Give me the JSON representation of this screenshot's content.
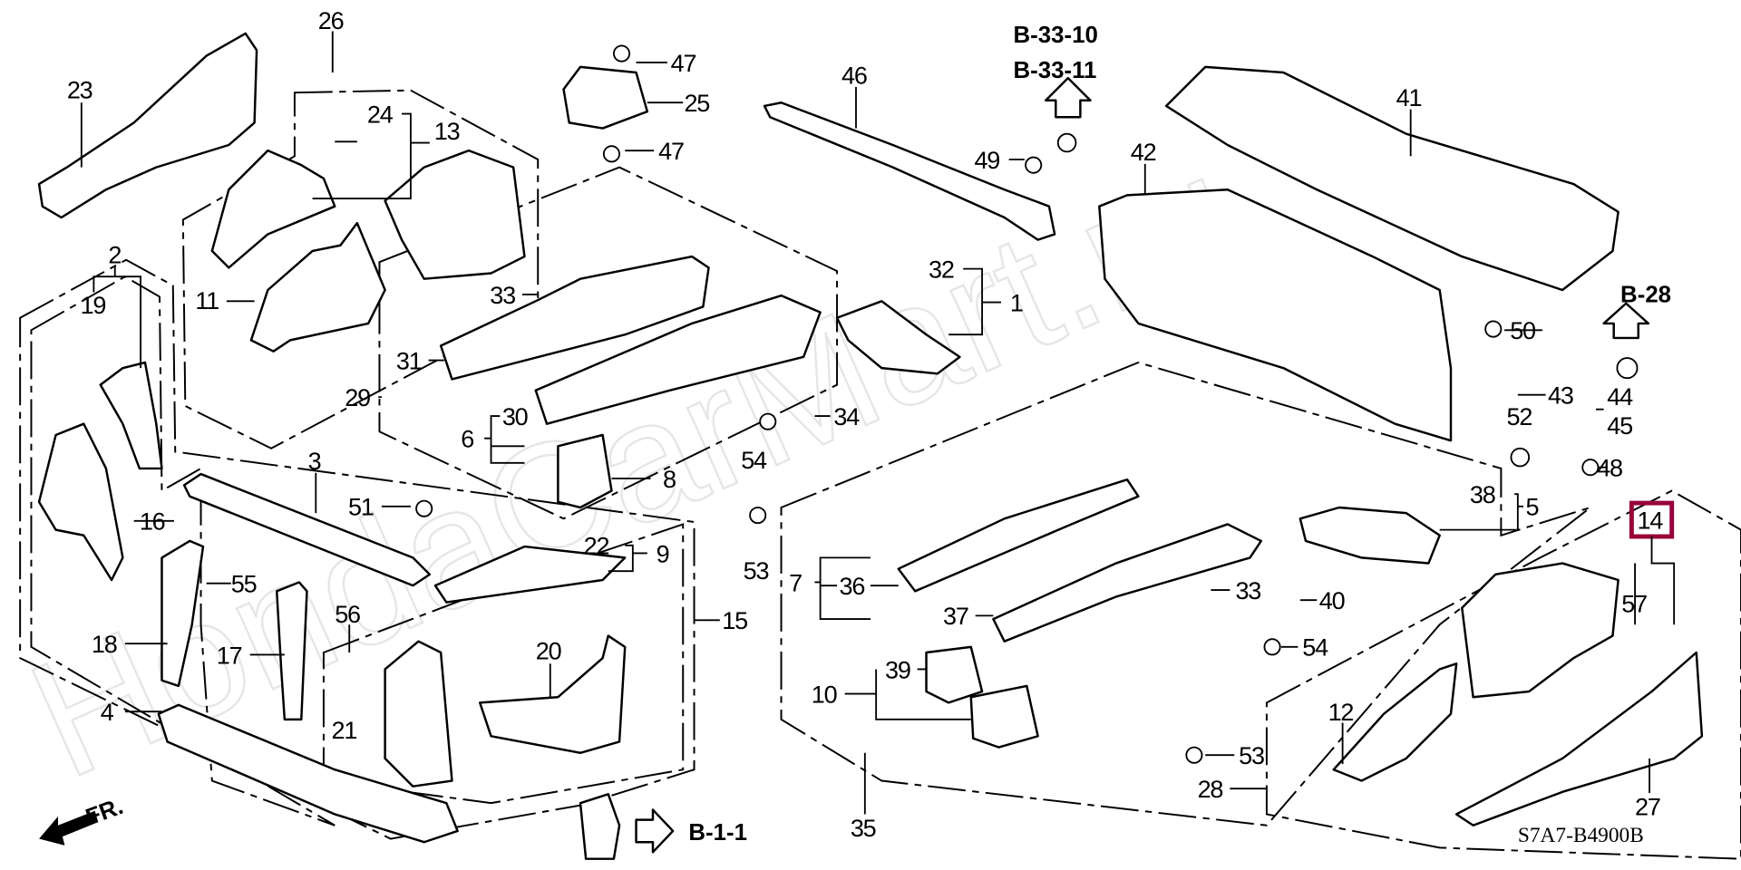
{
  "diagram": {
    "code": "S7A7-B4900B",
    "watermark": "HondaCarMart.ru",
    "highlight_color": "#99003a",
    "highlighted_part": "14",
    "direction_label": "FR.",
    "references": [
      "B-33-10",
      "B-33-11",
      "B-28",
      "B-1-1"
    ],
    "callouts": [
      "23",
      "26",
      "24",
      "13",
      "11",
      "2",
      "19",
      "16",
      "18",
      "55",
      "17",
      "4",
      "3",
      "51",
      "56",
      "21",
      "20",
      "22",
      "9",
      "15",
      "47",
      "25",
      "47",
      "46",
      "49",
      "41",
      "42",
      "32",
      "1",
      "33",
      "31",
      "29",
      "30",
      "6",
      "8",
      "34",
      "54",
      "53",
      "50",
      "43",
      "44",
      "45",
      "52",
      "48",
      "38",
      "5",
      "14",
      "57",
      "7",
      "36",
      "37",
      "33",
      "40",
      "54",
      "39",
      "10",
      "12",
      "53",
      "28",
      "27",
      "35"
    ]
  }
}
